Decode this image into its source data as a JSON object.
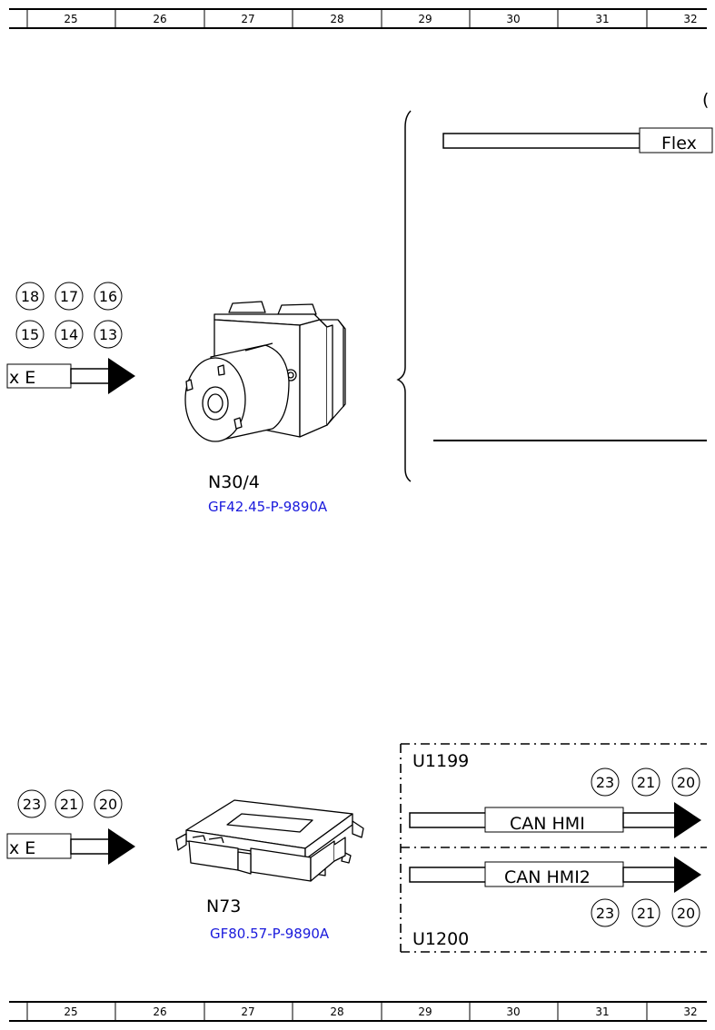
{
  "ruler": {
    "columns": [
      "25",
      "26",
      "27",
      "28",
      "29",
      "30",
      "31",
      "32"
    ]
  },
  "top_left_group": {
    "refs_row1": [
      "18",
      "17",
      "16"
    ],
    "refs_row2": [
      "15",
      "14",
      "13"
    ],
    "connector_label": "x E"
  },
  "component_n30": {
    "name": "N30/4",
    "doc_ref": "GF42.45-P-9890A"
  },
  "top_right_group": {
    "connector_label": "Flex",
    "partial_paren": "("
  },
  "bottom_left_group": {
    "refs": [
      "23",
      "21",
      "20"
    ],
    "connector_label": "x E"
  },
  "component_n73": {
    "name": "N73",
    "doc_ref": "GF80.57-P-9890A"
  },
  "bottom_right_group": {
    "box1_id": "U1199",
    "box1_refs": [
      "23",
      "21",
      "20"
    ],
    "box1_connector": "CAN HMI",
    "box2_connector": "CAN HMI2",
    "box2_refs": [
      "23",
      "21",
      "20"
    ],
    "box2_id": "U1200"
  }
}
